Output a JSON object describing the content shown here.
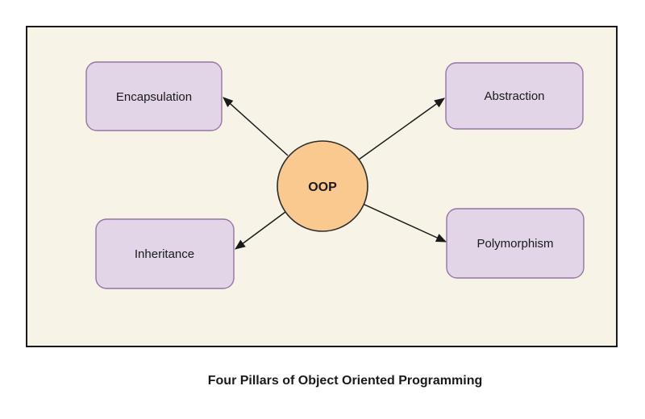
{
  "diagram": {
    "caption": "Four Pillars of Object Oriented Programming",
    "center_node": {
      "label": "OOP"
    },
    "nodes": [
      {
        "id": "encapsulation",
        "label": "Encapsulation",
        "position": "top-left"
      },
      {
        "id": "abstraction",
        "label": "Abstraction",
        "position": "top-right"
      },
      {
        "id": "inheritance",
        "label": "Inheritance",
        "position": "bottom-left"
      },
      {
        "id": "polymorphism",
        "label": "Polymorphism",
        "position": "bottom-right"
      }
    ],
    "arrows": [
      {
        "from": "OOP",
        "to": "Encapsulation"
      },
      {
        "from": "OOP",
        "to": "Abstraction"
      },
      {
        "from": "OOP",
        "to": "Inheritance"
      },
      {
        "from": "OOP",
        "to": "Polymorphism"
      }
    ]
  },
  "colors": {
    "page_background": "#FFFFFF",
    "canvas_fill": "#F7F3E7",
    "canvas_border": "#1A1A1A",
    "node_fill": "#E1D5E7",
    "node_border": "#9673A6",
    "center_fill": "#FAC98F",
    "center_border": "#2B2B2B",
    "arrow": "#1A1A1A",
    "text": "#1A1A1A"
  }
}
